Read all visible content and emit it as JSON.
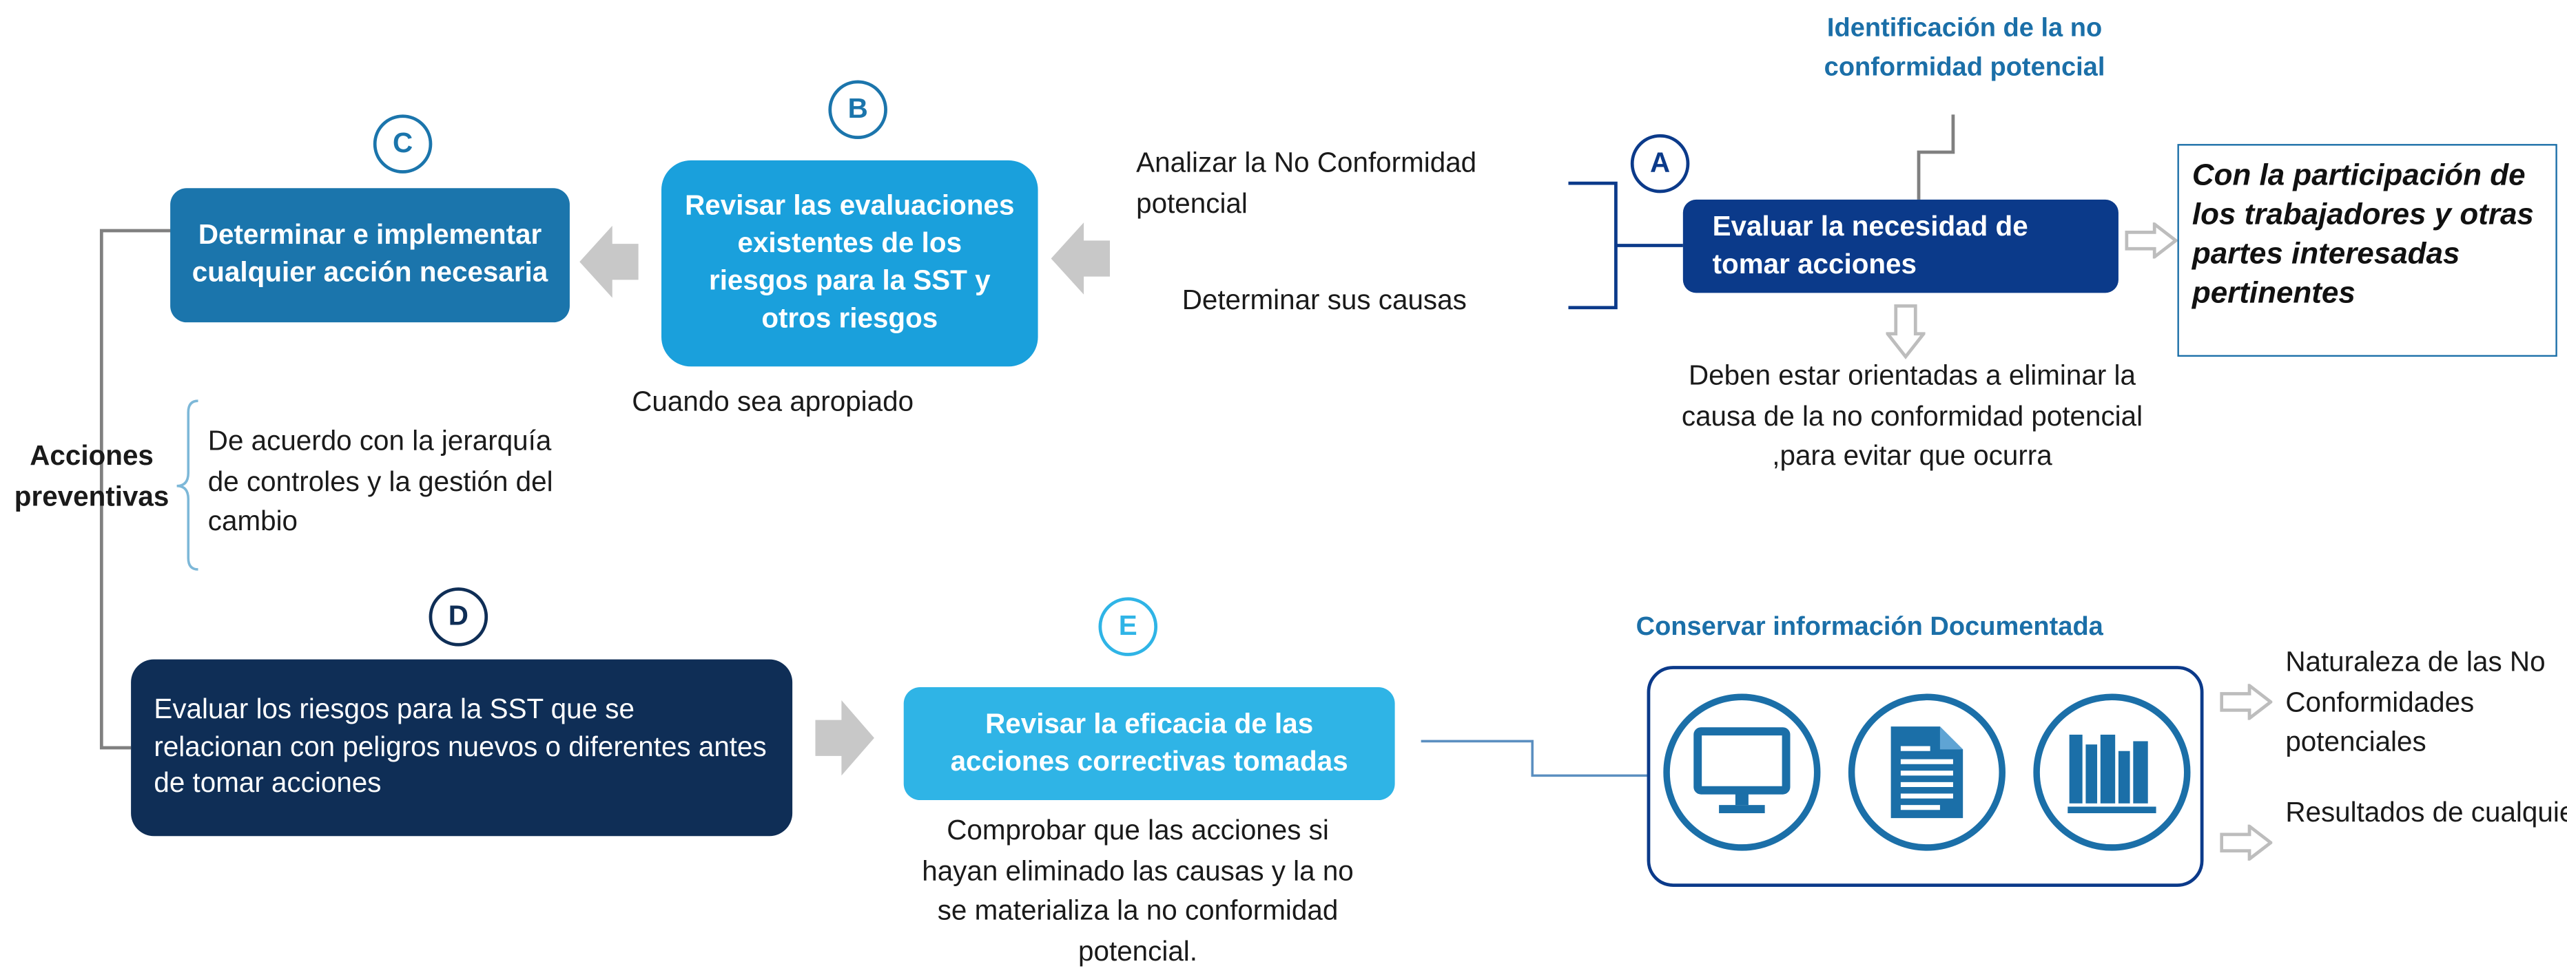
{
  "top_label": "Identificación de la no conformidad potencial",
  "steps": {
    "a": {
      "letter": "A",
      "text": "Evaluar la necesidad de tomar acciones",
      "color": "#0b3a8a"
    },
    "b": {
      "letter": "B",
      "text": "Revisar las evaluaciones existentes de los riesgos para la SST y otros riesgos",
      "color": "#1aa0dc"
    },
    "c": {
      "letter": "C",
      "text": "Determinar e implementar cualquier acción necesaria",
      "color": "#1b75ac"
    },
    "d": {
      "letter": "D",
      "text": "Evaluar los riesgos para la SST que se relacionan con peligros nuevos o diferentes antes de tomar acciones",
      "color": "#0f2e56"
    },
    "e": {
      "letter": "E",
      "text": "Revisar la eficacia de las acciones correctivas tomadas",
      "color": "#2fb4e6"
    }
  },
  "notes": {
    "analizar": "Analizar la No Conformidad potencial",
    "causas": "Determinar sus causas",
    "orientadas": "Deben estar orientadas a eliminar la causa de la no conformidad potencial ,para evitar que ocurra",
    "participacion": "Con la participación de los trabajadores y otras partes interesadas pertinentes",
    "apropiado": "Cuando sea apropiado",
    "preventivas": "Acciones preventivas",
    "jerarquia": "De acuerdo con la jerarquía de controles y la gestión del cambio",
    "comprobar": "Comprobar que las acciones si hayan eliminado las causas y la no se materializa la no conformidad potencial."
  },
  "documented": {
    "title": "Conservar información Documentada",
    "icons": [
      "monitor-icon",
      "document-icon",
      "books-icon"
    ],
    "outputs": [
      "Naturaleza de las No Conformidades potenciales",
      "Resultados de cualquier acción preventiva"
    ]
  },
  "colors": {
    "accent_blue": "#1b6fa8",
    "arrow_gray": "#c8c8c8",
    "line_gray": "#808080"
  }
}
